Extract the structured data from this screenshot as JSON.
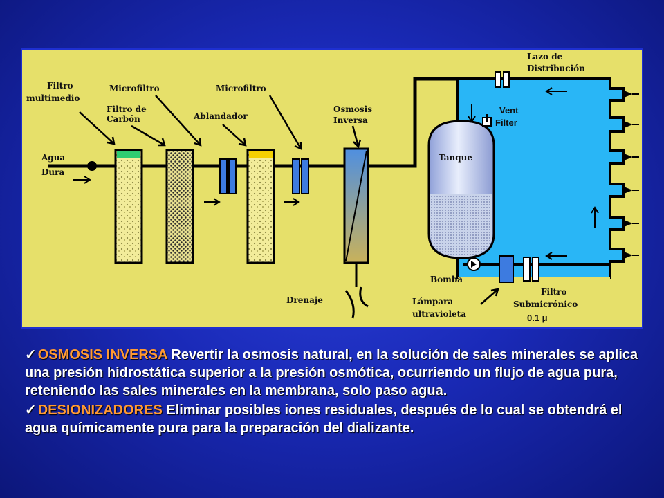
{
  "diagram": {
    "labels": {
      "filtro_multimedio": "Filtro multimedio",
      "filtro_multimedio_l1": "Filtro",
      "filtro_multimedio_l2": "multimedio",
      "microfiltro_1": "Microfiltro",
      "filtro_carbon_l1": "Filtro de",
      "filtro_carbon_l2": "Carbón",
      "ablandador": "Ablandador",
      "microfiltro_2": "Microfiltro",
      "osmosis_l1": "Osmosis",
      "osmosis_l2": "Inversa",
      "agua_l1": "Agua",
      "agua_l2": "Dura",
      "drenaje": "Drenaje",
      "tanque": "Tanque",
      "lazo_l1": "Lazo de",
      "lazo_l2": "Distribución",
      "vent_l1": "Vent",
      "vent_l2": "Filter",
      "bomba": "Bomba",
      "lampara_l1": "Lámpara",
      "lampara_l2": "ultravioleta",
      "filtro_sub_l1": "Filtro",
      "filtro_sub_l2": "Submicrónico",
      "filtro_sub_l3": "0.1 μ"
    },
    "colors": {
      "panel": "#e6e06a",
      "loop": "#29b6f6",
      "frame": "#1e2fd0",
      "pipe": "#000000"
    }
  },
  "text": {
    "p1_term": "OSMOSIS INVERSA",
    "p1_body": " Revertir la osmosis natural, en la solución de sales minerales se aplica una presión hidrostática superior a la presión osmótica, ocurriendo un flujo de agua pura, reteniendo las sales minerales en la membrana, solo paso agua.",
    "p2_term": "DESIONIZADORES",
    "p2_body": " Eliminar posibles iones residuales, después de lo cual se obtendrá el agua químicamente pura para la preparación del dializante."
  },
  "icons": {
    "bullet": "check-icon",
    "check_glyph": "✓"
  }
}
